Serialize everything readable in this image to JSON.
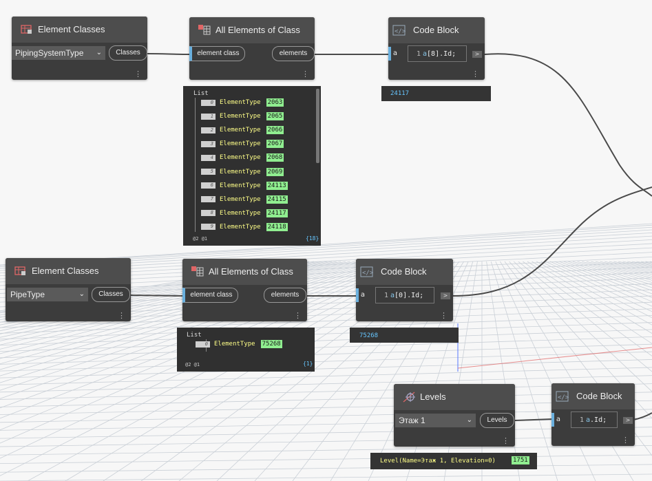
{
  "nodes": {
    "ec1": {
      "title": "Element Classes",
      "dropdown": "PipingSystemType",
      "out": "Classes"
    },
    "ae1": {
      "title": "All Elements of Class",
      "in": "element class",
      "out": "elements"
    },
    "cb1": {
      "title": "Code Block",
      "in": "a",
      "line": "1",
      "code_var": "a",
      "code_rest": "[8].Id;",
      "out": ">",
      "preview": "24117"
    },
    "list1": {
      "header": "List",
      "items": [
        {
          "idx": "0",
          "type": "ElementType",
          "val": "2063"
        },
        {
          "idx": "1",
          "type": "ElementType",
          "val": "2065"
        },
        {
          "idx": "2",
          "type": "ElementType",
          "val": "2066"
        },
        {
          "idx": "3",
          "type": "ElementType",
          "val": "2067"
        },
        {
          "idx": "4",
          "type": "ElementType",
          "val": "2068"
        },
        {
          "idx": "5",
          "type": "ElementType",
          "val": "2069"
        },
        {
          "idx": "6",
          "type": "ElementType",
          "val": "24113"
        },
        {
          "idx": "7",
          "type": "ElementType",
          "val": "24115"
        },
        {
          "idx": "8",
          "type": "ElementType",
          "val": "24117"
        },
        {
          "idx": "9",
          "type": "ElementType",
          "val": "24118"
        }
      ],
      "footer_levels": "@2 @1",
      "footer_count": "{18}"
    },
    "ec2": {
      "title": "Element Classes",
      "dropdown": "PipeType",
      "out": "Classes"
    },
    "ae2": {
      "title": "All Elements of Class",
      "in": "element class",
      "out": "elements"
    },
    "cb2": {
      "title": "Code Block",
      "in": "a",
      "line": "1",
      "code_var": "a",
      "code_rest": "[0].Id;",
      "out": ">",
      "preview": "75268"
    },
    "list2": {
      "header": "List",
      "items": [
        {
          "idx": "0",
          "type": "ElementType",
          "val": "75268"
        }
      ],
      "footer_levels": "@2 @1",
      "footer_count": "{1}"
    },
    "lv": {
      "title": "Levels",
      "dropdown": "Этаж 1",
      "out": "Levels",
      "preview_text": "Level(Name=Этаж 1, Elevation=0)",
      "preview_val": "1751"
    },
    "cb3": {
      "title": "Code Block",
      "in": "a",
      "line": "1",
      "code_var": "a",
      "code_rest": ".Id;",
      "out": ">"
    }
  },
  "icons": {
    "element_classes": "element-classes-icon",
    "all_elements": "all-elements-icon",
    "code_block": "code-block-icon",
    "levels": "levels-icon",
    "more": "more-vertical-icon"
  },
  "colors": {
    "canvas": "#f7f7f7",
    "grid": "#c9cfd6",
    "node_body": "#3c3c3c",
    "node_header": "#4d4d4d",
    "wire": "#4a4a4a",
    "port_accent": "#6ab0de",
    "value_highlight": "#90ee90"
  }
}
